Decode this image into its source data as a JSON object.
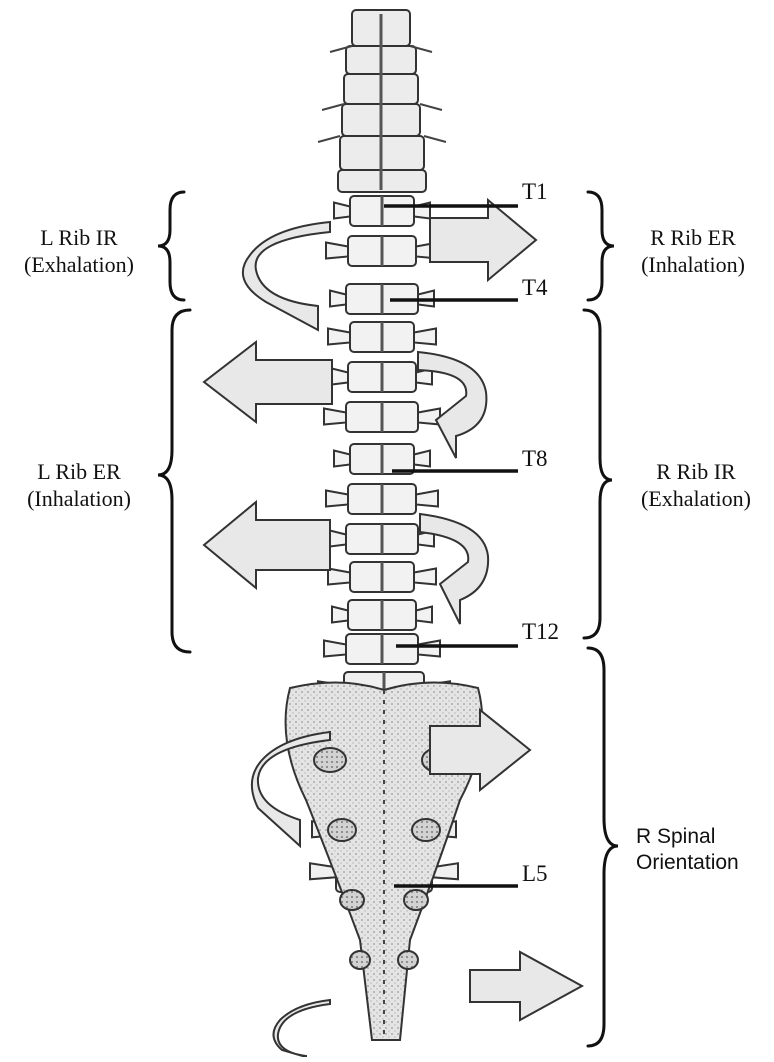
{
  "left_labels": {
    "upper": {
      "line1": "L Rib IR",
      "line2": "(Exhalation)"
    },
    "middle": {
      "line1": "L Rib ER",
      "line2": "(Inhalation)"
    }
  },
  "right_labels": {
    "upper": {
      "line1": "R Rib ER",
      "line2": "(Inhalation)"
    },
    "middle": {
      "line1": "R Rib IR",
      "line2": "(Exhalation)"
    },
    "lower": {
      "line1": "R Spinal",
      "line2": "Orientation"
    }
  },
  "vertebra_labels": {
    "t1": "T1",
    "t4": "T4",
    "t8": "T8",
    "t12": "T12",
    "l5": "L5"
  }
}
